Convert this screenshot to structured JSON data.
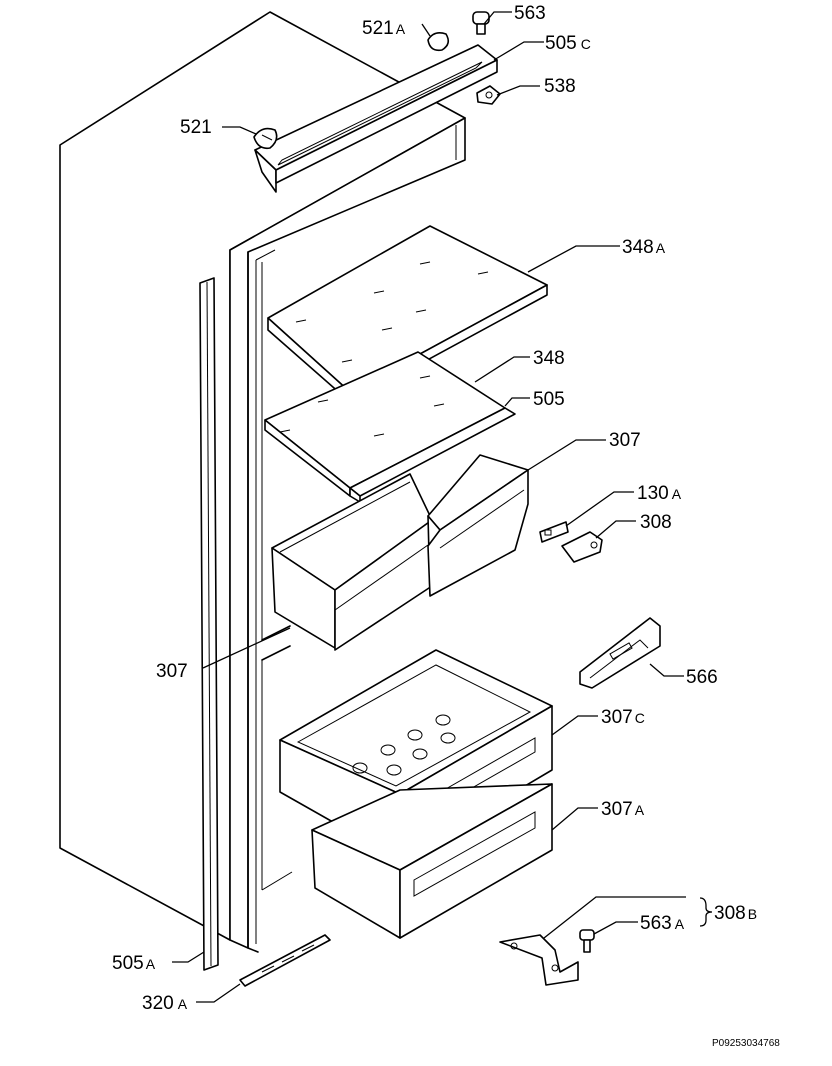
{
  "labels": {
    "p563": "563",
    "p521a_num": "521",
    "p521a_sfx": "A",
    "p505c_num": "505",
    "p505c_sfx": "C",
    "p538": "538",
    "p521": "521",
    "p348a_num": "348",
    "p348a_sfx": "A",
    "p348": "348",
    "p505": "505",
    "p307_top": "307",
    "p130a_num": "130",
    "p130a_sfx": "A",
    "p308": "308",
    "p307_left": "307",
    "p566": "566",
    "p307c_num": "307",
    "p307c_sfx": "C",
    "p307a_num": "307",
    "p307a_sfx": "A",
    "p563a_num": "563",
    "p563a_sfx": "A",
    "p308b_num": "308",
    "p308b_sfx": "B",
    "p505a_num": "505",
    "p505a_sfx": "A",
    "p320a_num": "320",
    "p320a_sfx": "A"
  },
  "document_id": "P09253034768"
}
